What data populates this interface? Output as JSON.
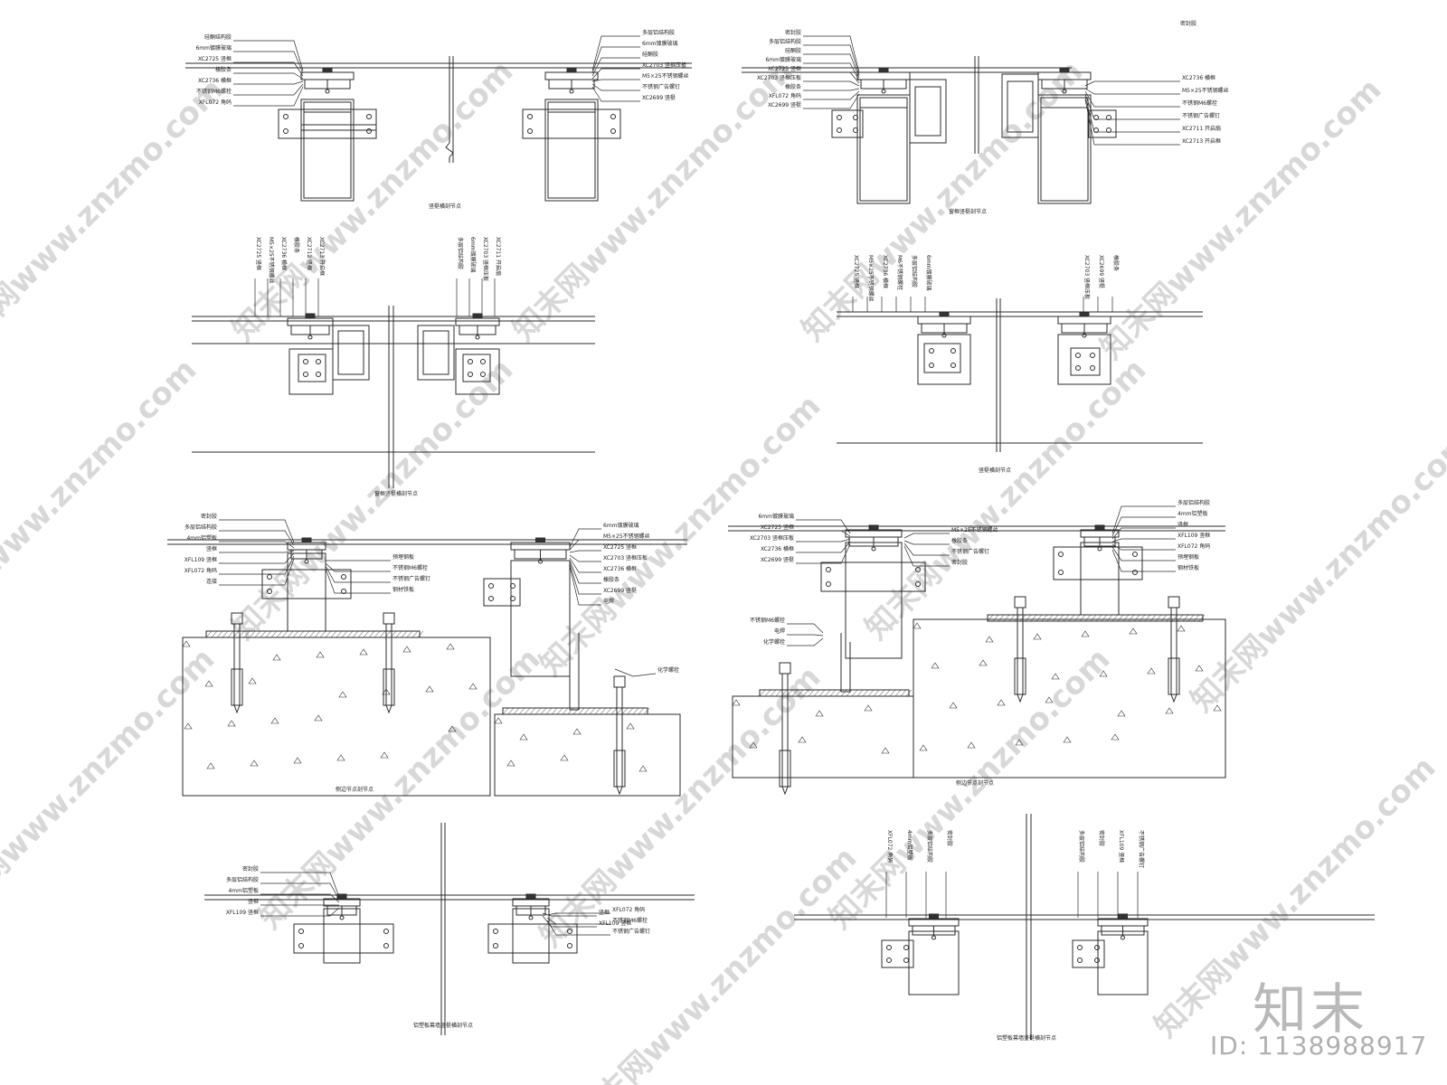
{
  "sheet": {
    "drawings": [
      {
        "caption": "竖梃横剖节点"
      },
      {
        "caption": "窗框竖梃剖节点"
      },
      {
        "caption": "窗框竖梃横剖节点"
      },
      {
        "caption": "竖梃横剖节点"
      },
      {
        "caption": "侧边节点剖节点"
      },
      {
        "caption": "侧边节点剖节点"
      },
      {
        "caption": "铝塑板幕墙竖梃横剖节点"
      },
      {
        "caption": "铝塑板幕墙竖梃横剖节点"
      }
    ],
    "callouts": {
      "top_left": [
        "硅酮结构胶",
        "6mm镀膜玻璃",
        "XC2725 竖框",
        "橡胶条",
        "XC2736 横框",
        "不锈钢M6螺栓",
        "XFL072 角码"
      ],
      "top_left_right": [
        "多层铝结构胶",
        "6mm镀膜玻璃",
        "硅酮胶",
        "XC2703 竖框压板",
        "M5×25不锈钢螺丝",
        "不锈钢广告螺钉",
        "XC2699 竖梃"
      ],
      "top_right": [
        "密封胶",
        "多层铝结构胶",
        "硅酮胶",
        "6mm镀膜玻璃",
        "XC2725 竖框",
        "XC2703 竖框压板",
        "橡胶条",
        "XFL072 角码",
        "XC2699 竖梃",
        "XC2736 横框",
        "M5×25不锈钢螺丝",
        "不锈钢M6螺栓",
        "不锈钢广告螺钉",
        "XC2711 开启扇",
        "XC2713 开启框"
      ],
      "mid_left_top": [
        "XC2725 竖框",
        "M5×25不锈钢螺丝",
        "XC2736 横框",
        "橡胶条",
        "XC2712 竖框",
        "XC2713 开启框",
        "多层铝结构胶",
        "6mm镀膜玻璃",
        "XC2703 竖框压板",
        "XC2711 开启扇"
      ],
      "mid_right_top": [
        "XC2725 竖框",
        "M5×25不锈钢螺丝",
        "XC2736 横框",
        "M6不锈钢螺栓",
        "多层铝结构胶",
        "6mm镀膜玻璃",
        "XC2703 竖框压板",
        "XC2699 竖梃",
        "橡胶条"
      ],
      "lower_left": [
        "密封胶",
        "多层铝结构胶",
        "4mm铝塑板",
        "竖框",
        "XFL109 竖框",
        "XFL072 角码",
        "连接",
        "预埋钢板",
        "不锈钢M6螺栓",
        "不锈钢广告螺钉",
        "钢材铁板",
        "6mm镀膜玻璃",
        "M5×25不锈钢螺丝",
        "XC2725 竖框",
        "XC2703 竖框压板",
        "XC2736 横框",
        "橡胶条",
        "XC2699 竖梃",
        "电焊",
        "化学螺栓"
      ],
      "lower_right": [
        "6mm镀膜玻璃",
        "XC2725 竖框",
        "XC2703 竖框压板",
        "XC2736 横框",
        "XC2699 竖梃",
        "不锈钢M6螺栓",
        "电焊",
        "化学螺栓",
        "M5×25不锈钢螺丝",
        "橡胶条",
        "不锈钢广告螺钉",
        "密封胶",
        "多层铝结构胶",
        "4mm铝塑板",
        "竖框",
        "XFL109 竖框",
        "XFL072 角码",
        "预埋钢板",
        "钢材铁板"
      ],
      "bottom_left": [
        "密封胶",
        "多层铝结构胶",
        "4mm铝塑板",
        "竖框",
        "XFL109 竖框",
        "XFL072 角码",
        "不锈钢M6螺栓",
        "不锈钢广告螺钉"
      ],
      "bottom_right": [
        "XFL072 角码",
        "4mm铝塑板",
        "多层铝结构胶",
        "密封胶",
        "XFL109 竖框",
        "不锈钢广告螺钉"
      ]
    },
    "colors": {
      "line": "#2b2b2b",
      "watermark": "#d8d8d8",
      "brand": "#b9b9b9"
    }
  },
  "watermark": {
    "text": "知末网www.znzmo.com"
  },
  "brand": {
    "logo": "知末",
    "id_label": "ID: 1138988917"
  }
}
